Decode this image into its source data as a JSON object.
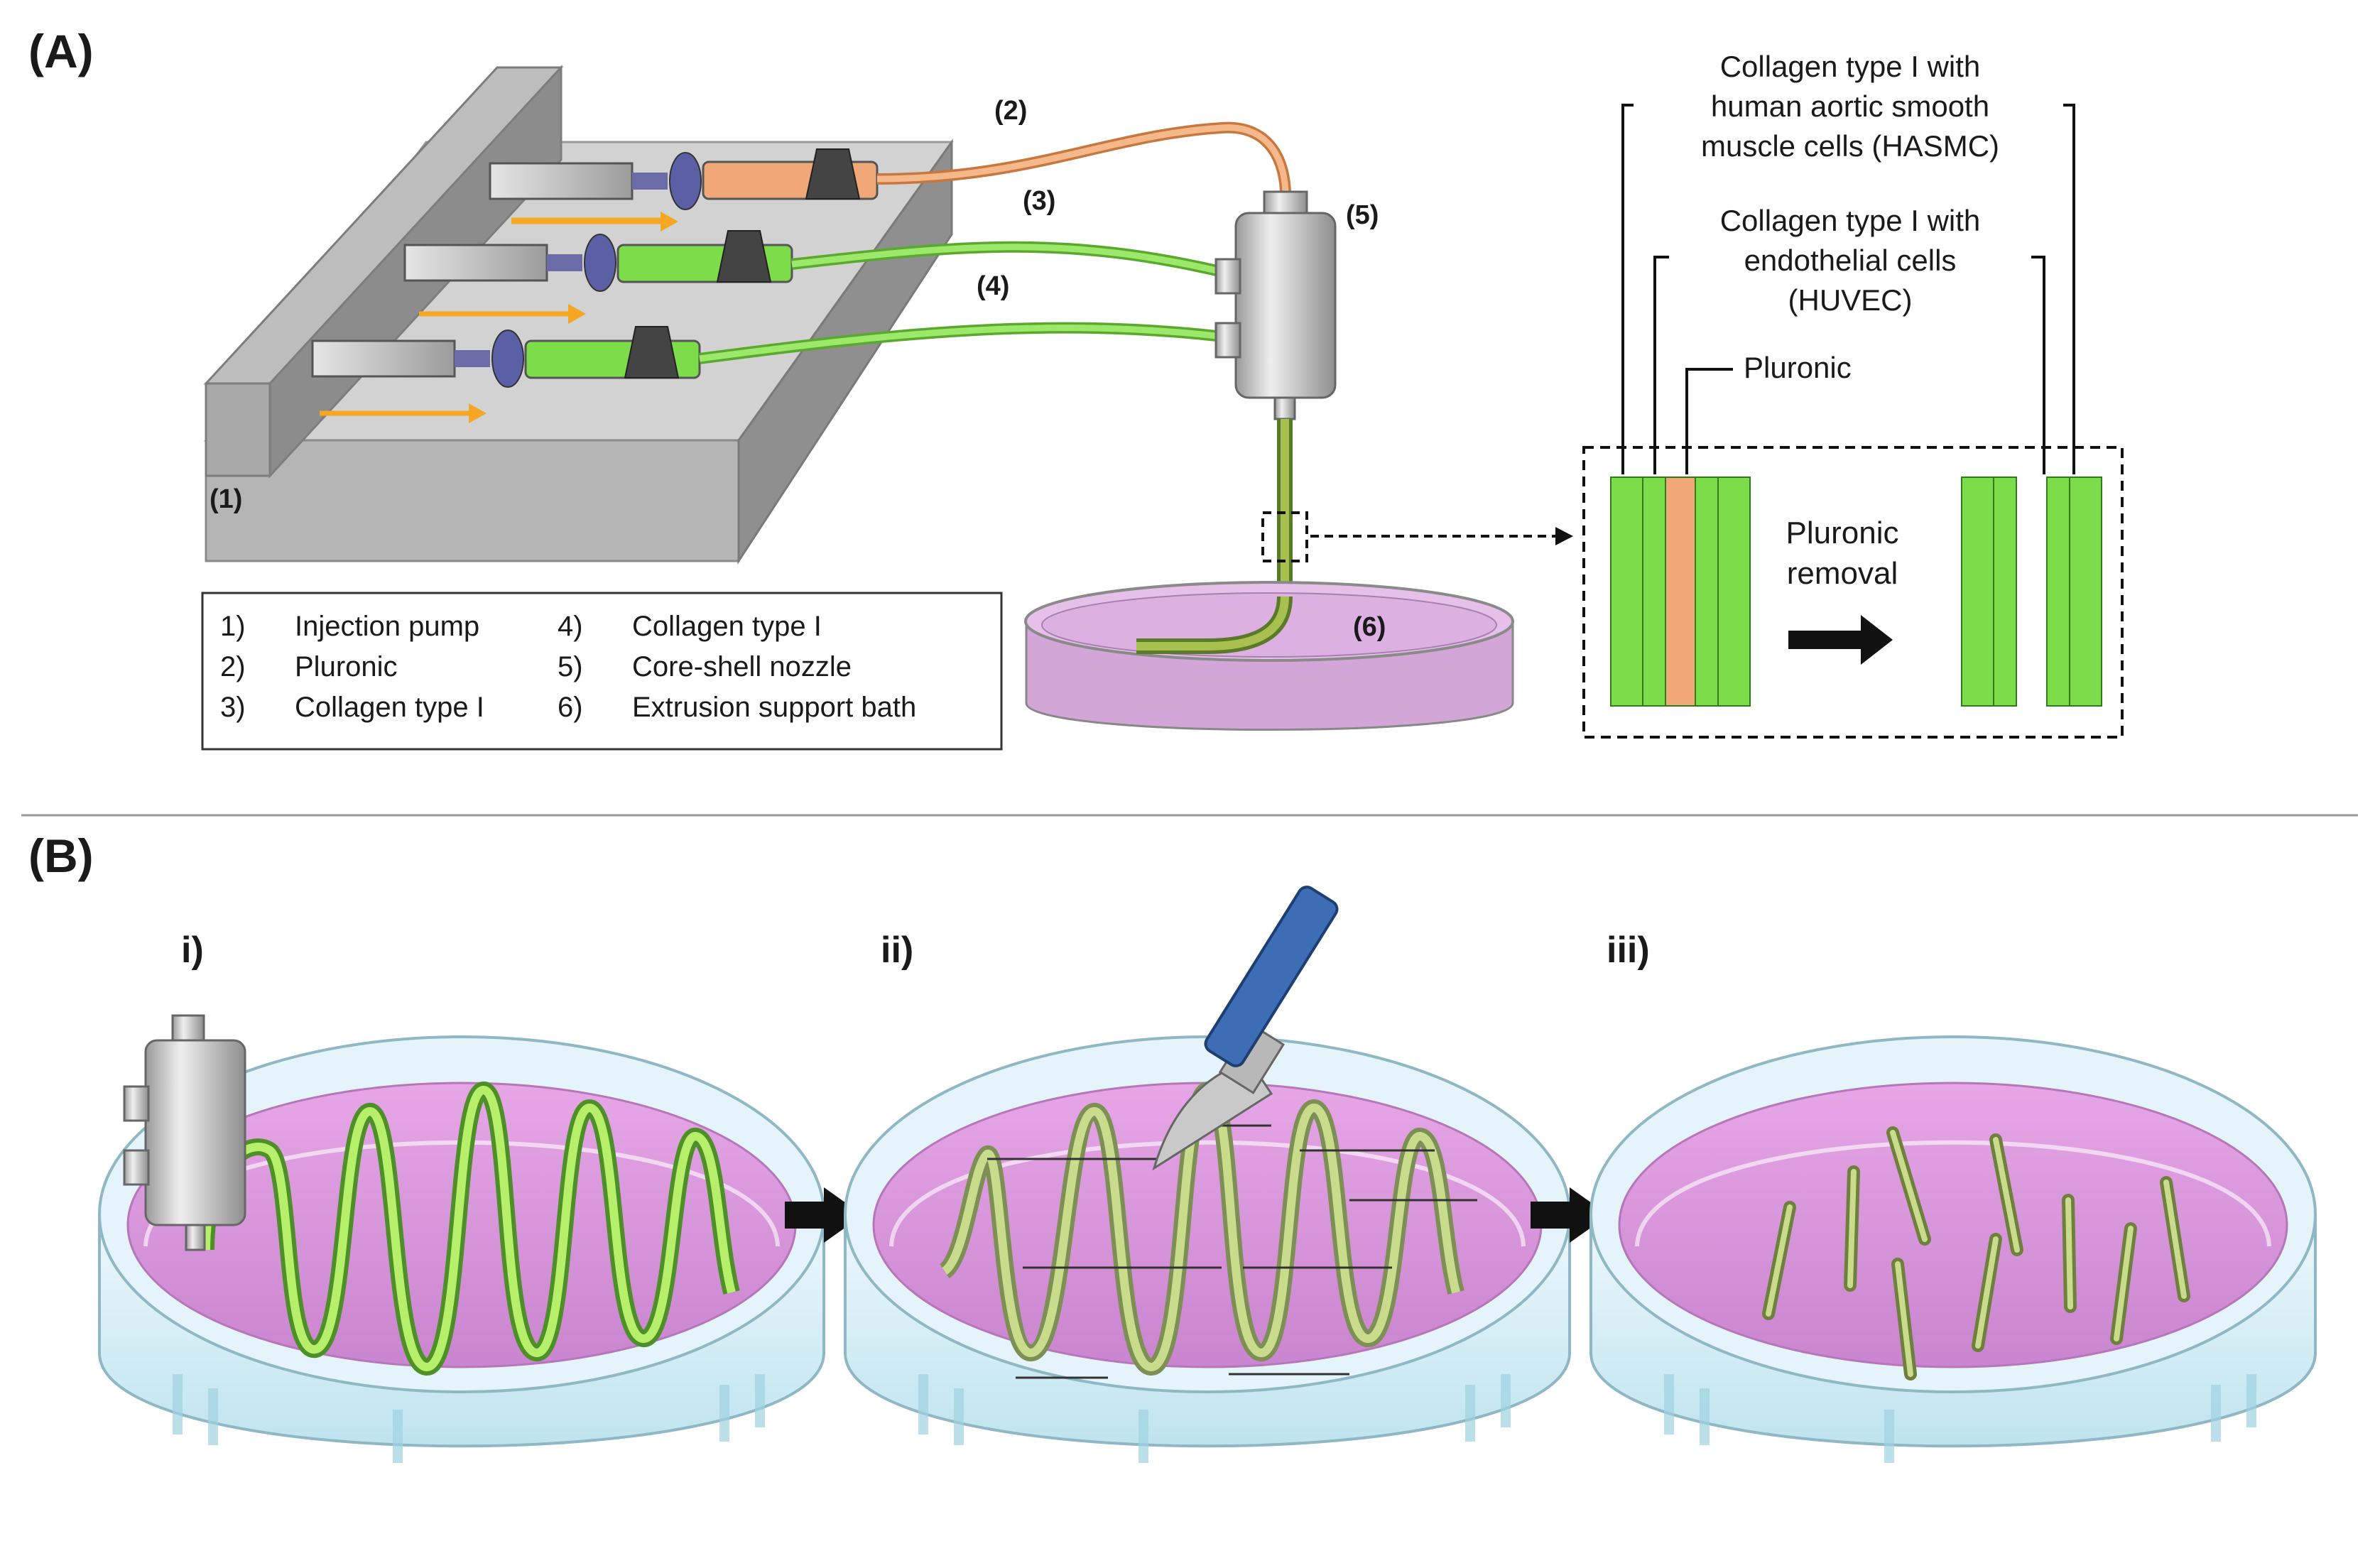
{
  "panel_a": {
    "label": "(A)",
    "callouts": {
      "c1": "(1)",
      "c2": "(2)",
      "c3": "(3)",
      "c4": "(4)",
      "c5": "(5)",
      "c6": "(6)"
    },
    "legend": [
      {
        "num": "1)",
        "text": "Injection pump"
      },
      {
        "num": "2)",
        "text": "Pluronic"
      },
      {
        "num": "3)",
        "text": "Collagen type I"
      },
      {
        "num": "4)",
        "text": "Collagen type I"
      },
      {
        "num": "5)",
        "text": "Core-shell nozzle"
      },
      {
        "num": "6)",
        "text": "Extrusion support bath"
      }
    ],
    "cross_section": {
      "hasmc_lines": [
        "Collagen type I with",
        "human aortic smooth",
        "muscle cells (HASMC)"
      ],
      "huvec_lines": [
        "Collagen type I with",
        "endothelial cells",
        "(HUVEC)"
      ],
      "pluronic_label": "Pluronic",
      "removal_lines": [
        "Pluronic",
        "removal"
      ]
    }
  },
  "panel_b": {
    "label": "(B)",
    "steps": [
      "i)",
      "ii)",
      "iii)"
    ]
  },
  "colors": {
    "green": "#7ddc4a",
    "orange": "#f0a878",
    "pink": "#d890d8",
    "dish_blue": "#d6eef6",
    "gray": "#c8c8c8"
  }
}
